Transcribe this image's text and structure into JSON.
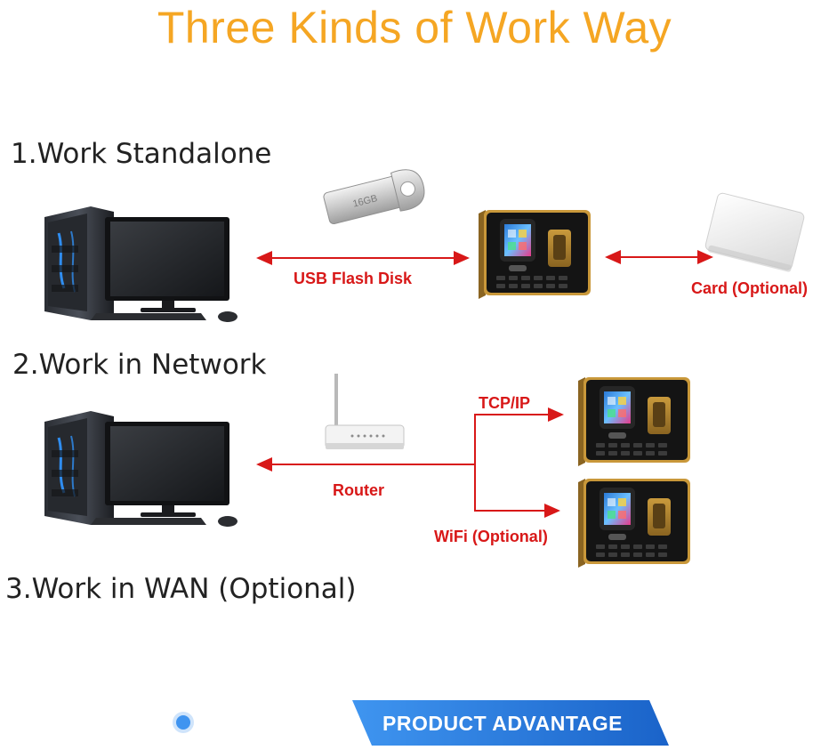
{
  "title": "Three Kinds of Work Way",
  "sections": [
    {
      "label": "1.Work Standalone"
    },
    {
      "label": "2.Work in Network"
    },
    {
      "label": "3.Work in WAN (Optional)"
    }
  ],
  "labels": {
    "usb": "USB Flash Disk",
    "card": "Card (Optional)",
    "router": "Router",
    "tcpip": "TCP/IP",
    "wifi": "WiFi (Optional)",
    "usb_engraving": "16GB"
  },
  "banner": {
    "text": "PRODUCT ADVANTAGE"
  },
  "colors": {
    "title": "#f5a623",
    "arrow": "#d81818",
    "banner": "#1e73d8"
  },
  "icons": [
    "desktop-computer-icon",
    "usb-flash-drive-icon",
    "attendance-terminal-icon",
    "rfid-card-icon",
    "wifi-router-icon"
  ]
}
